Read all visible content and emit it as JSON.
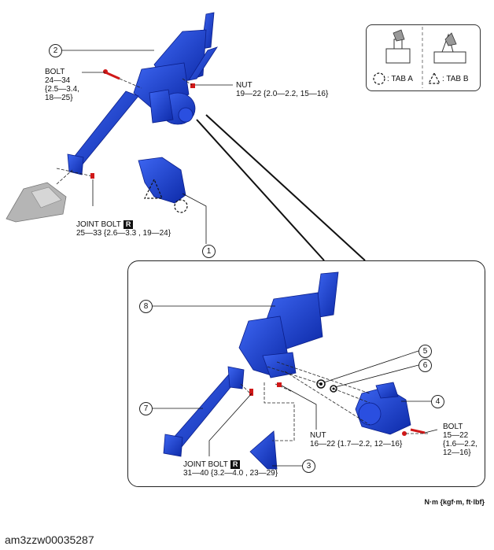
{
  "legend": {
    "tab_a_label": ": TAB A",
    "tab_b_label": ": TAB B"
  },
  "callouts": [
    "1",
    "2",
    "3",
    "4",
    "5",
    "6",
    "7",
    "8"
  ],
  "torques": {
    "bolt_top": {
      "name": "BOLT",
      "l1": "24—34",
      "l2": "{2.5—3.4,",
      "l3": "18—25}"
    },
    "nut_top": {
      "name": "NUT",
      "l1": "19—22 {2.0—2.2, 15—16}"
    },
    "joint_bolt_top": {
      "name": "JOINT BOLT",
      "badge": "R",
      "l1": "25—33 {2.6—3.3 , 19—24}"
    },
    "joint_bolt_detail": {
      "name": "JOINT BOLT",
      "badge": "R",
      "l1": "31—40 {3.2—4.0 , 23—29}"
    },
    "nut_detail": {
      "name": "NUT",
      "l1": "16—22 {1.7—2.2, 12—16}"
    },
    "bolt_detail": {
      "name": "BOLT",
      "l1": "15—22",
      "l2": "{1.6—2.2,",
      "l3": "12—16}"
    }
  },
  "units": "N·m {kgf·m, ft·lbf}",
  "figure_id": "am3zzw00035287",
  "colors": {
    "part_blue": "#1f45d6",
    "part_dark": "#0b1f8a",
    "fastener_red": "#d01818",
    "gray_part": "#9a9a9a"
  }
}
